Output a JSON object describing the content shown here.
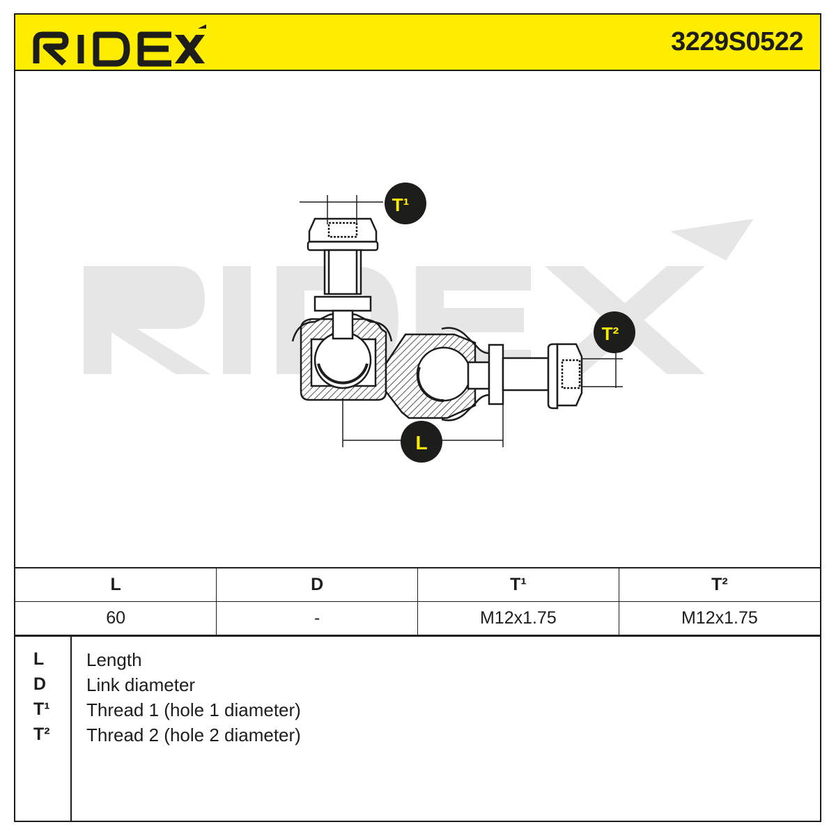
{
  "header": {
    "brand": "RIDEX",
    "part_number": "3229S0522",
    "accent_color": "#ffed00"
  },
  "drawing": {
    "labels": {
      "t1": "T¹",
      "t2": "T²",
      "l": "L"
    },
    "watermark": "RIDEX"
  },
  "spec_table": {
    "headers": [
      "L",
      "D",
      "T¹",
      "T²"
    ],
    "values": [
      "60",
      "-",
      "M12x1.75",
      "M12x1.75"
    ]
  },
  "legend": {
    "items": [
      {
        "key": "L",
        "text": "Length"
      },
      {
        "key": "D",
        "text": "Link diameter"
      },
      {
        "key": "T¹",
        "text": "Thread 1 (hole 1 diameter)"
      },
      {
        "key": "T²",
        "text": "Thread 2 (hole 2 diameter)"
      }
    ]
  }
}
